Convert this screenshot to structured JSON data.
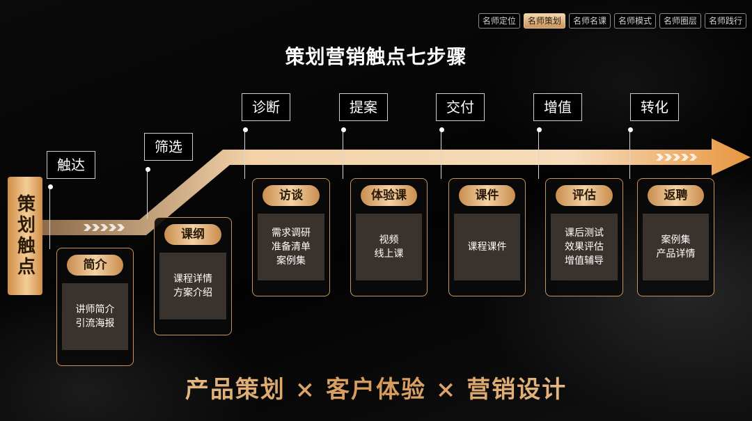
{
  "nav": {
    "tabs": [
      "名师定位",
      "名师策划",
      "名师名课",
      "名师模式",
      "名师圈层",
      "名师践行"
    ],
    "active_index": 1
  },
  "title": "策划营销触点七步骤",
  "vertical_label": "策划触点",
  "steps": [
    {
      "label": "触达",
      "badge": "简介",
      "text": "讲师简介\n引流海报"
    },
    {
      "label": "筛选",
      "badge": "课纲",
      "text": "课程详情\n方案介绍"
    },
    {
      "label": "诊断",
      "badge": "访谈",
      "text": "需求调研\n准备清单\n案例集"
    },
    {
      "label": "提案",
      "badge": "体验课",
      "text": "视频\n线上课"
    },
    {
      "label": "交付",
      "badge": "课件",
      "text": "课程课件"
    },
    {
      "label": "增值",
      "badge": "评估",
      "text": "课后测试\n效果评估\n增值辅导"
    },
    {
      "label": "转化",
      "badge": "返聘",
      "text": "案例集\n产品详情"
    }
  ],
  "slogan": "产品策划 × 客户体验 × 营销设计",
  "colors": {
    "accent": "#d59a5a",
    "accent_light": "#f4d3a8",
    "panel": "#3a322d"
  }
}
